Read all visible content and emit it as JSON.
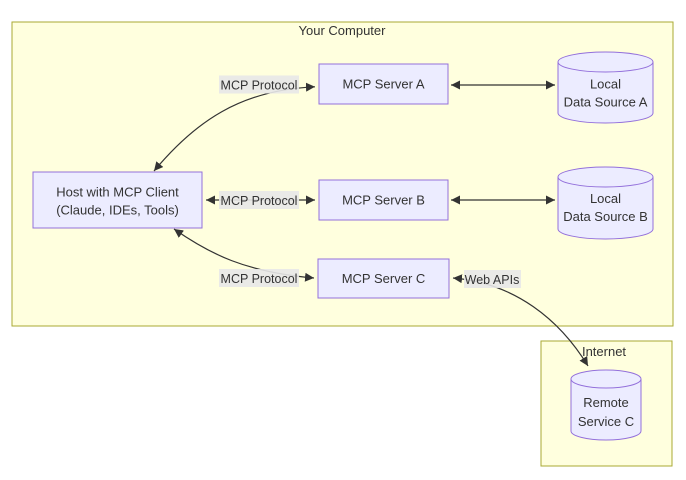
{
  "diagram": {
    "containers": {
      "computer": {
        "label": "Your Computer"
      },
      "internet": {
        "label": "Internet"
      }
    },
    "nodes": {
      "host": {
        "line1": "Host with MCP Client",
        "line2": "(Claude, IDEs, Tools)"
      },
      "server_a": {
        "label": "MCP Server A"
      },
      "server_b": {
        "label": "MCP Server B"
      },
      "server_c": {
        "label": "MCP Server C"
      },
      "data_a": {
        "line1": "Local",
        "line2": "Data Source A"
      },
      "data_b": {
        "line1": "Local",
        "line2": "Data Source B"
      },
      "remote_c": {
        "line1": "Remote",
        "line2": "Service C"
      }
    },
    "edge_labels": {
      "protocol_a": "MCP Protocol",
      "protocol_b": "MCP Protocol",
      "protocol_c": "MCP Protocol",
      "web_apis": "Web APIs"
    },
    "colors": {
      "node_fill": "#ECECFF",
      "node_border": "#9370DB",
      "container_fill": "#FFFFDE",
      "container_border": "#AAAA33",
      "edge_label_bg": "#E8E8E8",
      "line": "#333333",
      "text": "#333333"
    }
  }
}
